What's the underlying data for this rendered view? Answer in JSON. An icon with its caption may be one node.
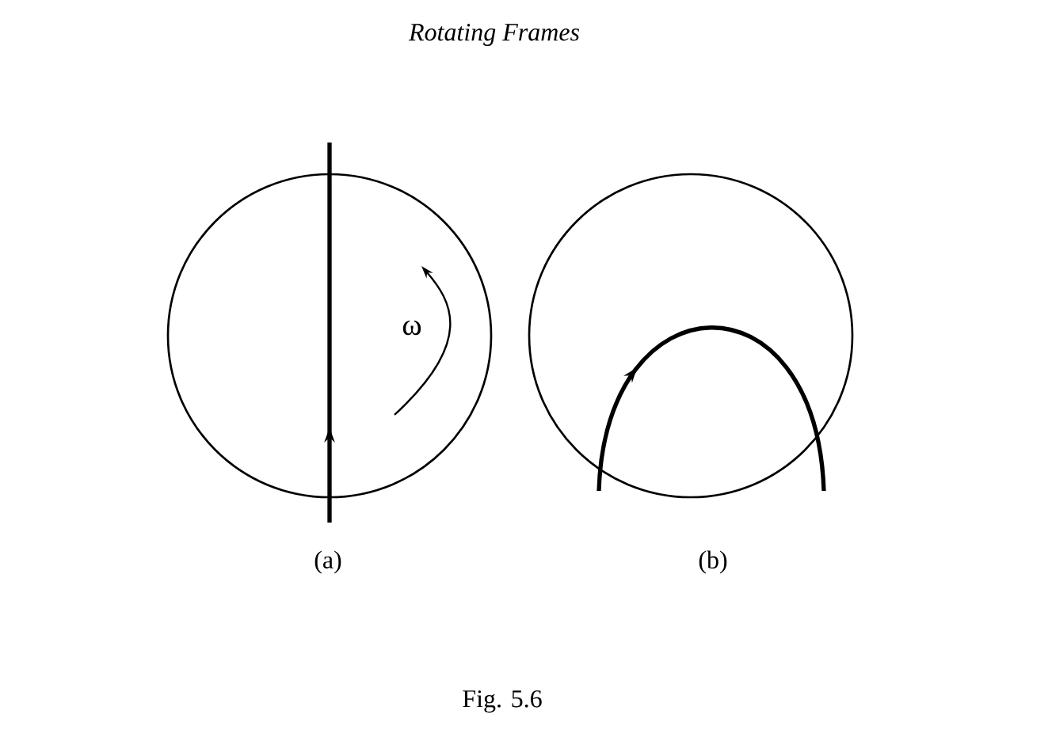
{
  "diagram": {
    "title": "Rotating Frames",
    "caption": "Fig. 5.6",
    "labels": [
      "ω",
      "(a)",
      "(b)"
    ]
  }
}
